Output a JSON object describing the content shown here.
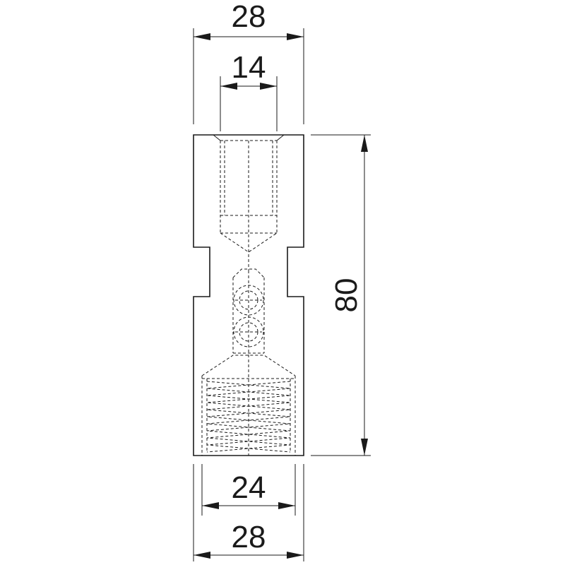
{
  "dimensions": {
    "top_outer_width": "28",
    "top_bore_width": "14",
    "overall_height": "80",
    "bottom_inner_width": "24",
    "bottom_outer_width": "28"
  },
  "colors": {
    "line": "#1a1a1a",
    "background": "#ffffff"
  }
}
